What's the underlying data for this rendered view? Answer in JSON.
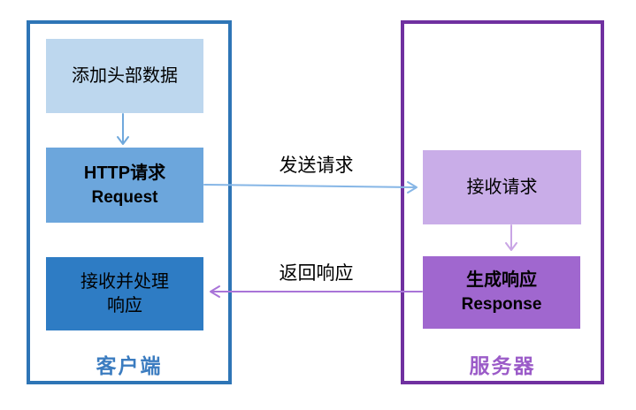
{
  "client": {
    "label": "客户端",
    "boxes": [
      {
        "text": "添加头部数据"
      },
      {
        "line1": "HTTP请求",
        "line2": "Request"
      },
      {
        "line1": "接收并处理",
        "line2": "响应"
      }
    ]
  },
  "server": {
    "label": "服务器",
    "boxes": [
      {
        "text": "接收请求"
      },
      {
        "line1": "生成响应",
        "line2": "Response"
      }
    ]
  },
  "arrows": {
    "send_label": "发送请求",
    "return_label": "返回响应"
  },
  "colors": {
    "client_border": "#2E75B6",
    "server_border": "#7030A0",
    "box_add_bg": "#BDD7EE",
    "box_request_bg": "#6CA6DC",
    "box_process_bg": "#2E7CC4",
    "box_receive_bg": "#C9ADE8",
    "box_response_bg": "#A067CF",
    "client_label_color": "#3B7CC0",
    "server_label_color": "#9B5BC8",
    "arrow_blue_v": "#6FA8DC",
    "arrow_blue_h": "#86B6E6",
    "arrow_purple_v": "#C9A5E5",
    "arrow_purple_h": "#A974D8"
  }
}
